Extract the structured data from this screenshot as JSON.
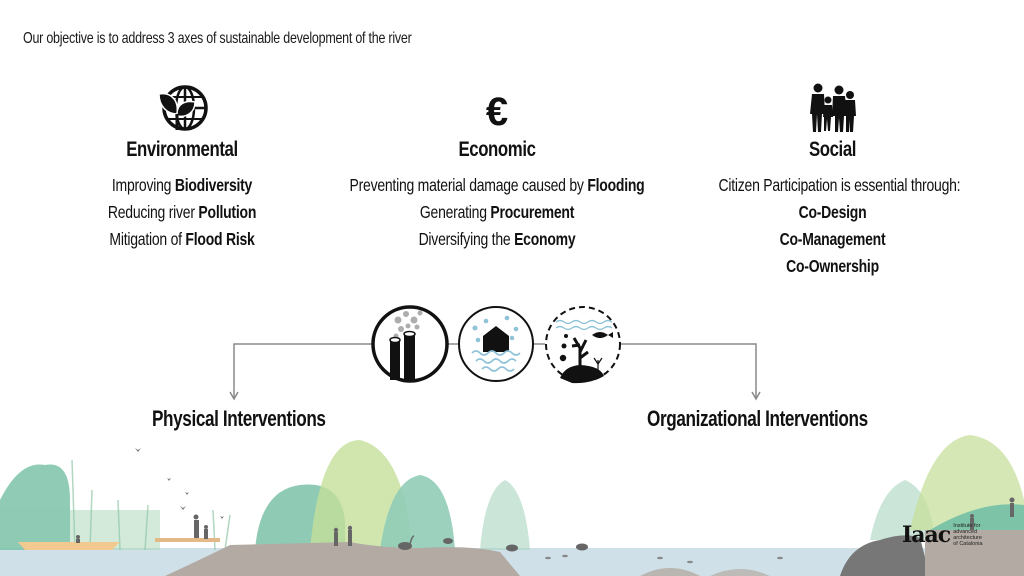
{
  "intro": "Our objective is to address 3 axes of sustainable development of the river",
  "axes": [
    {
      "icon": "globe-leaf-icon",
      "title": "Environmental",
      "lines": [
        {
          "plain": "Improving ",
          "bold": "Biodiversity"
        },
        {
          "plain": "Reducing river ",
          "bold": "Pollution"
        },
        {
          "plain": "Mitigation of ",
          "bold": "Flood Risk"
        }
      ]
    },
    {
      "icon": "euro-icon",
      "icon_glyph": "€",
      "title": "Economic",
      "lines": [
        {
          "plain": "Preventing material damage caused by ",
          "bold": "Flooding"
        },
        {
          "plain": "Generating ",
          "bold": "Procurement"
        },
        {
          "plain": "Diversifying the ",
          "bold": "Economy"
        }
      ]
    },
    {
      "icon": "family-icon",
      "title": "Social",
      "lines": [
        {
          "plain": "Citizen Participation is essential through:",
          "bold": ""
        },
        {
          "plain": "",
          "bold": "Co-Design"
        },
        {
          "plain": "",
          "bold": "Co-Management"
        },
        {
          "plain": "",
          "bold": "Co-Ownership"
        }
      ]
    }
  ],
  "circle_icons": [
    "pollution-chimneys-icon",
    "flooded-house-icon",
    "underwater-biodiversity-icon"
  ],
  "interventions": {
    "physical": "Physical Interventions",
    "organizational": "Organizational Interventions"
  },
  "logo": {
    "mark": "Iaac",
    "subtitle": [
      "Institute for",
      "advanced",
      "architecture",
      "of Catalonia"
    ]
  },
  "colors": {
    "water_dots": "#8fc3d8",
    "connector": "#8a8a8a",
    "ground": "#b3aba3",
    "water": "#cfe0e8",
    "tree_teal": "#7cc3a8",
    "tree_lime": "#bcd98a"
  }
}
